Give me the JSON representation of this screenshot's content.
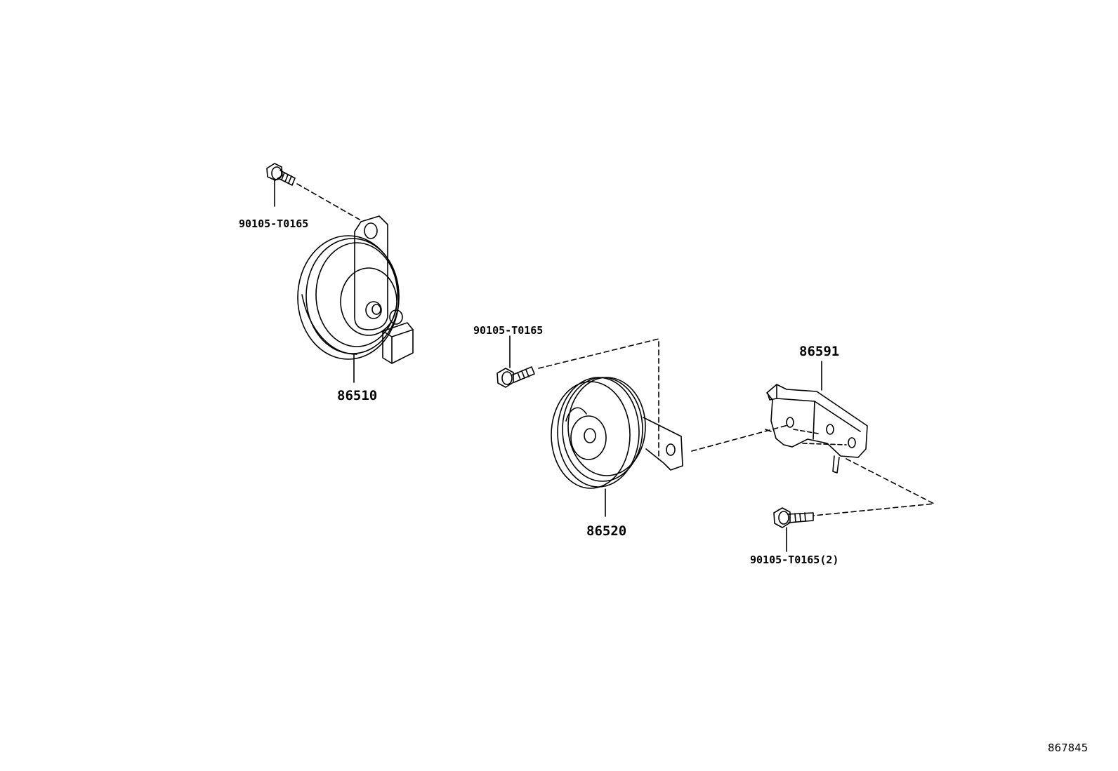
{
  "diagram": {
    "parts": [
      {
        "id": "horn-high",
        "part_number": "86510"
      },
      {
        "id": "horn-low",
        "part_number": "86520"
      },
      {
        "id": "bracket",
        "part_number": "86591"
      },
      {
        "id": "bolt-a",
        "part_number": "90105-T0165"
      },
      {
        "id": "bolt-b",
        "part_number": "90105-T0165"
      },
      {
        "id": "bolt-c",
        "part_number": "90105-T0165(2)"
      }
    ],
    "figure_id": "867845"
  }
}
